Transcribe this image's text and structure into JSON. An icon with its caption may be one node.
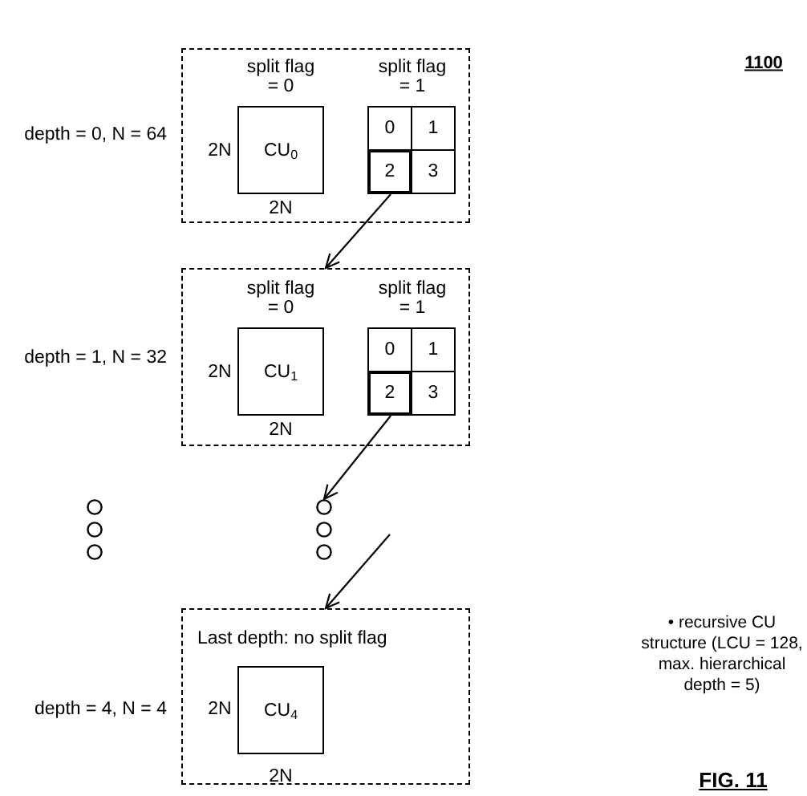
{
  "diagram": {
    "caption": "FIG. 11",
    "nodes": [
      {
        "text": [],
        "shape": "box",
        "beside": [
          "depth = 0, N = 64"
        ]
      },
      {
        "text": [
          "CU$_{0}$"
        ],
        "in": 0,
        "beside": [
          "split flag = 0",
          "2N",
          "2N"
        ]
      },
      {
        "text": [],
        "shape": "box",
        "in": 0,
        "beside": [
          "split flag = 1"
        ]
      },
      {
        "text": [
          "0"
        ],
        "in": 2
      },
      {
        "text": [
          "1"
        ],
        "in": 2
      },
      {
        "text": [
          "2"
        ],
        "in": 2
      },
      {
        "text": [
          "3"
        ],
        "in": 2
      },
      {
        "text": [],
        "shape": "box",
        "beside": [
          "depth = 1, N = 32"
        ]
      },
      {
        "text": [
          "CU$_{1}$"
        ],
        "in": 7,
        "beside": [
          "split flag = 0",
          "2N",
          "2N"
        ]
      },
      {
        "text": [],
        "shape": "box",
        "in": 7,
        "beside": [
          "split flag = 1"
        ]
      },
      {
        "text": [
          "0"
        ],
        "in": 9
      },
      {
        "text": [
          "1"
        ],
        "in": 9
      },
      {
        "text": [
          "2"
        ],
        "in": 9
      },
      {
        "text": [
          "3"
        ],
        "in": 9
      },
      {
        "text": [],
        "shape": "circle"
      },
      {
        "text": [
          "Last depth: no split flag"
        ],
        "beside": [
          "depth = 4, N = 4"
        ]
      },
      {
        "text": [
          "CU$_{4}$"
        ],
        "in": 15,
        "beside": [
          "2N",
          "2N"
        ]
      }
    ],
    "edges": [
      {
        "from": 5,
        "to": 7,
        "arrow": "to"
      },
      {
        "from": 12,
        "to": 14,
        "arrow": "to"
      },
      {
        "from": null,
        "to": 15,
        "arrow": "to"
      }
    ],
    "labels": [
      "1100",
      "• recursive CU structure (LCU = 128, max. hierarchical depth = 5)"
    ]
  }
}
